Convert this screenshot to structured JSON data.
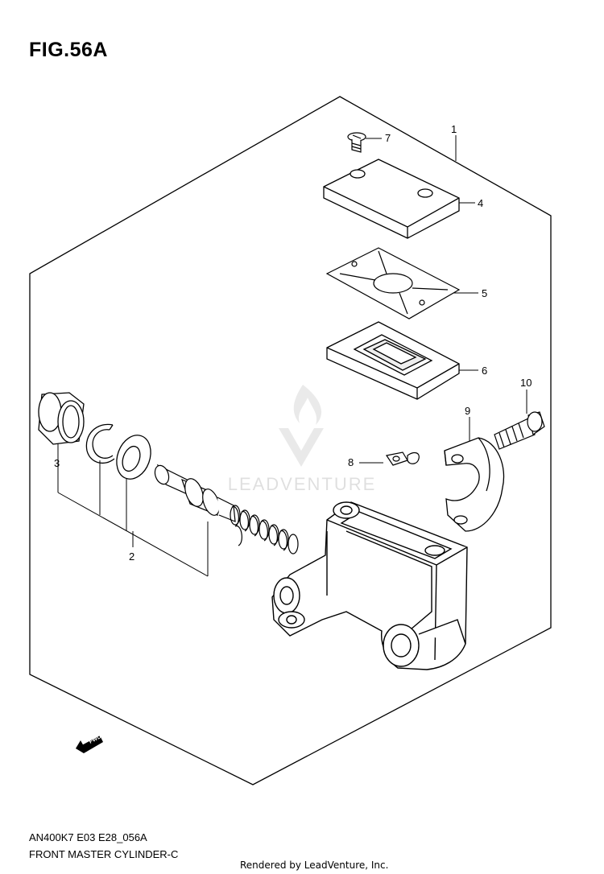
{
  "figure": {
    "title": "FIG.56A",
    "model_code": "AN400K7 E03 E28_056A",
    "assembly_name": "FRONT MASTER CYLINDER-C"
  },
  "callouts": {
    "c1": "1",
    "c2": "2",
    "c3": "3",
    "c4": "4",
    "c5": "5",
    "c6": "6",
    "c7": "7",
    "c8": "8",
    "c9": "9",
    "c10": "10"
  },
  "direction_badge": "FWD",
  "watermark": "LEADVENTURE",
  "footer": {
    "rendered_by": "Rendered by LeadVenture, Inc."
  }
}
